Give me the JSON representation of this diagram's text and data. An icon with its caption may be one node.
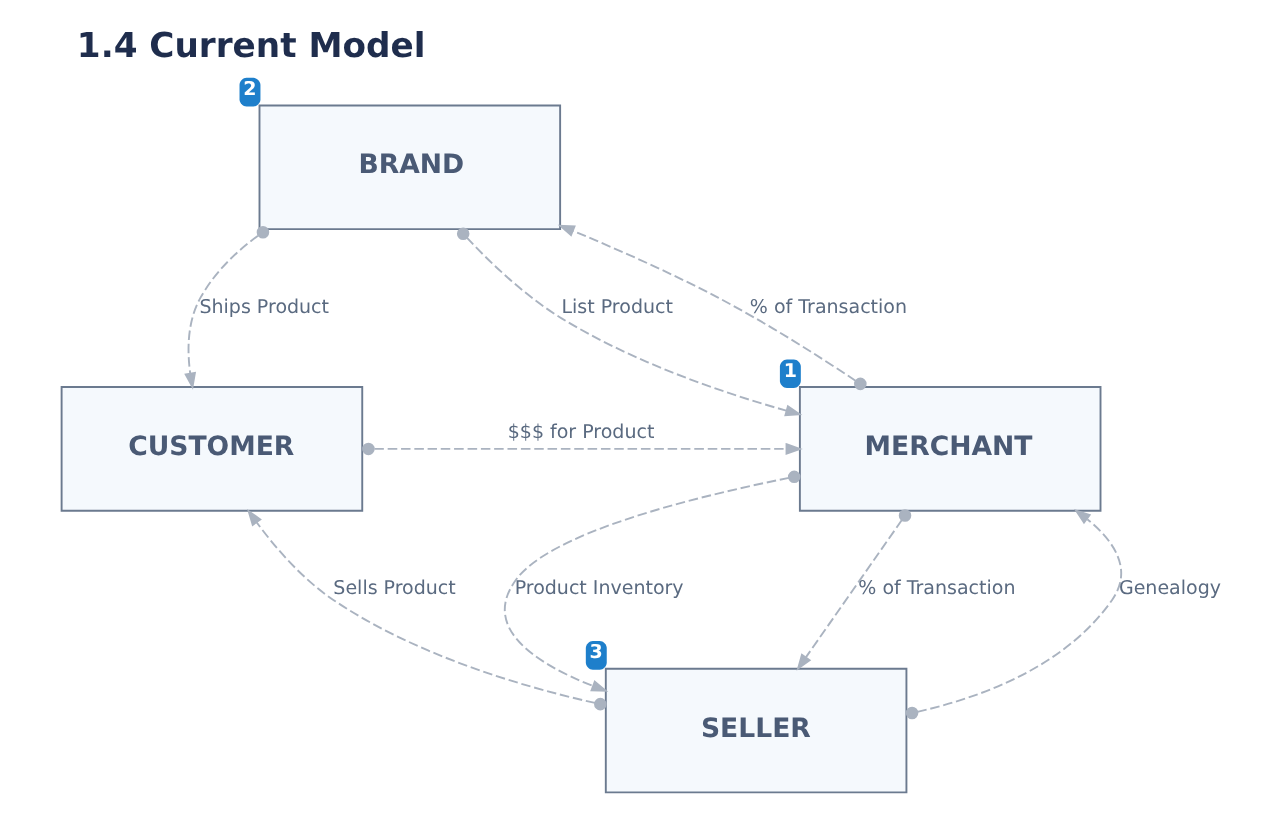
{
  "diagram": {
    "title": "1.4 Current Model",
    "nodes": [
      {
        "text": [
          "BRAND"
        ],
        "beside": [
          "2"
        ]
      },
      {
        "text": [
          "CUSTOMER"
        ]
      },
      {
        "text": [
          "MERCHANT"
        ],
        "beside": [
          "1"
        ]
      },
      {
        "text": [
          "SELLER"
        ],
        "beside": [
          "3"
        ]
      }
    ],
    "edges": [
      {
        "from": 0,
        "to": 1,
        "arrow": "to",
        "label": "Ships Product",
        "style": "dashed"
      },
      {
        "from": 0,
        "to": 2,
        "arrow": "to",
        "label": "List Product",
        "style": "dashed"
      },
      {
        "from": 2,
        "to": 0,
        "arrow": "to",
        "label": "% of Transaction",
        "style": "dashed"
      },
      {
        "from": 1,
        "to": 2,
        "arrow": "to",
        "label": "$$$ for Product",
        "style": "dashed"
      },
      {
        "from": 3,
        "to": 2,
        "arrow": "to",
        "label": "Genealogy",
        "style": "dashed"
      },
      {
        "from": 2,
        "to": 3,
        "arrow": "to",
        "label": "Product Inventory",
        "style": "dashed"
      },
      {
        "from": 2,
        "to": 3,
        "arrow": "to",
        "label": "% of Transaction",
        "style": "dashed"
      },
      {
        "from": 3,
        "to": 1,
        "arrow": "to",
        "label": "Sells Product",
        "style": "dashed"
      }
    ]
  }
}
